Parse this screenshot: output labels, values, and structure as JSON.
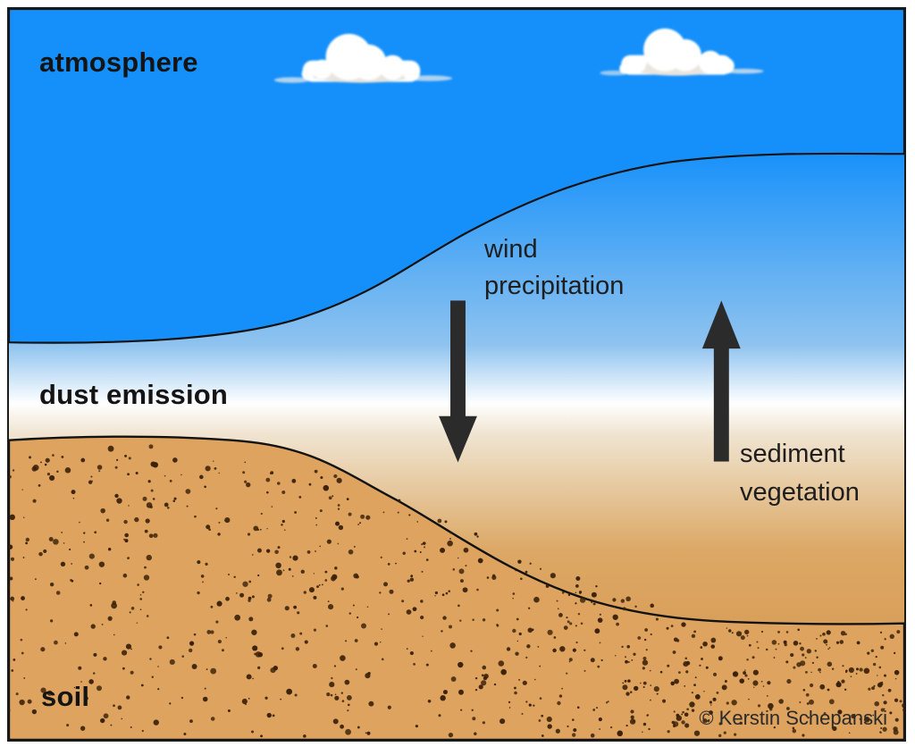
{
  "figure": {
    "region_labels": {
      "atmosphere": "atmosphere",
      "dust_emission": "dust emission",
      "soil": "soil"
    },
    "flux_labels": {
      "downward": {
        "line1": "wind",
        "line2": "precipitation"
      },
      "upward": {
        "line1": "sediment",
        "line2": "vegetation"
      }
    },
    "credit": "© Kerstin Schepanski",
    "icons": {
      "downward_flux": "down-arrow-icon",
      "upward_flux": "up-arrow-icon",
      "clouds": "cloud-icon"
    },
    "colors": {
      "sky_blue": "#1590fa",
      "soil_tan": "#dea45f",
      "soil_dot": "#3a2108",
      "arrow_black": "#2b2b2b",
      "boundary_line": "#121212",
      "cloud_white": "#ffffff",
      "cloud_shade": "#e9e5de"
    }
  }
}
